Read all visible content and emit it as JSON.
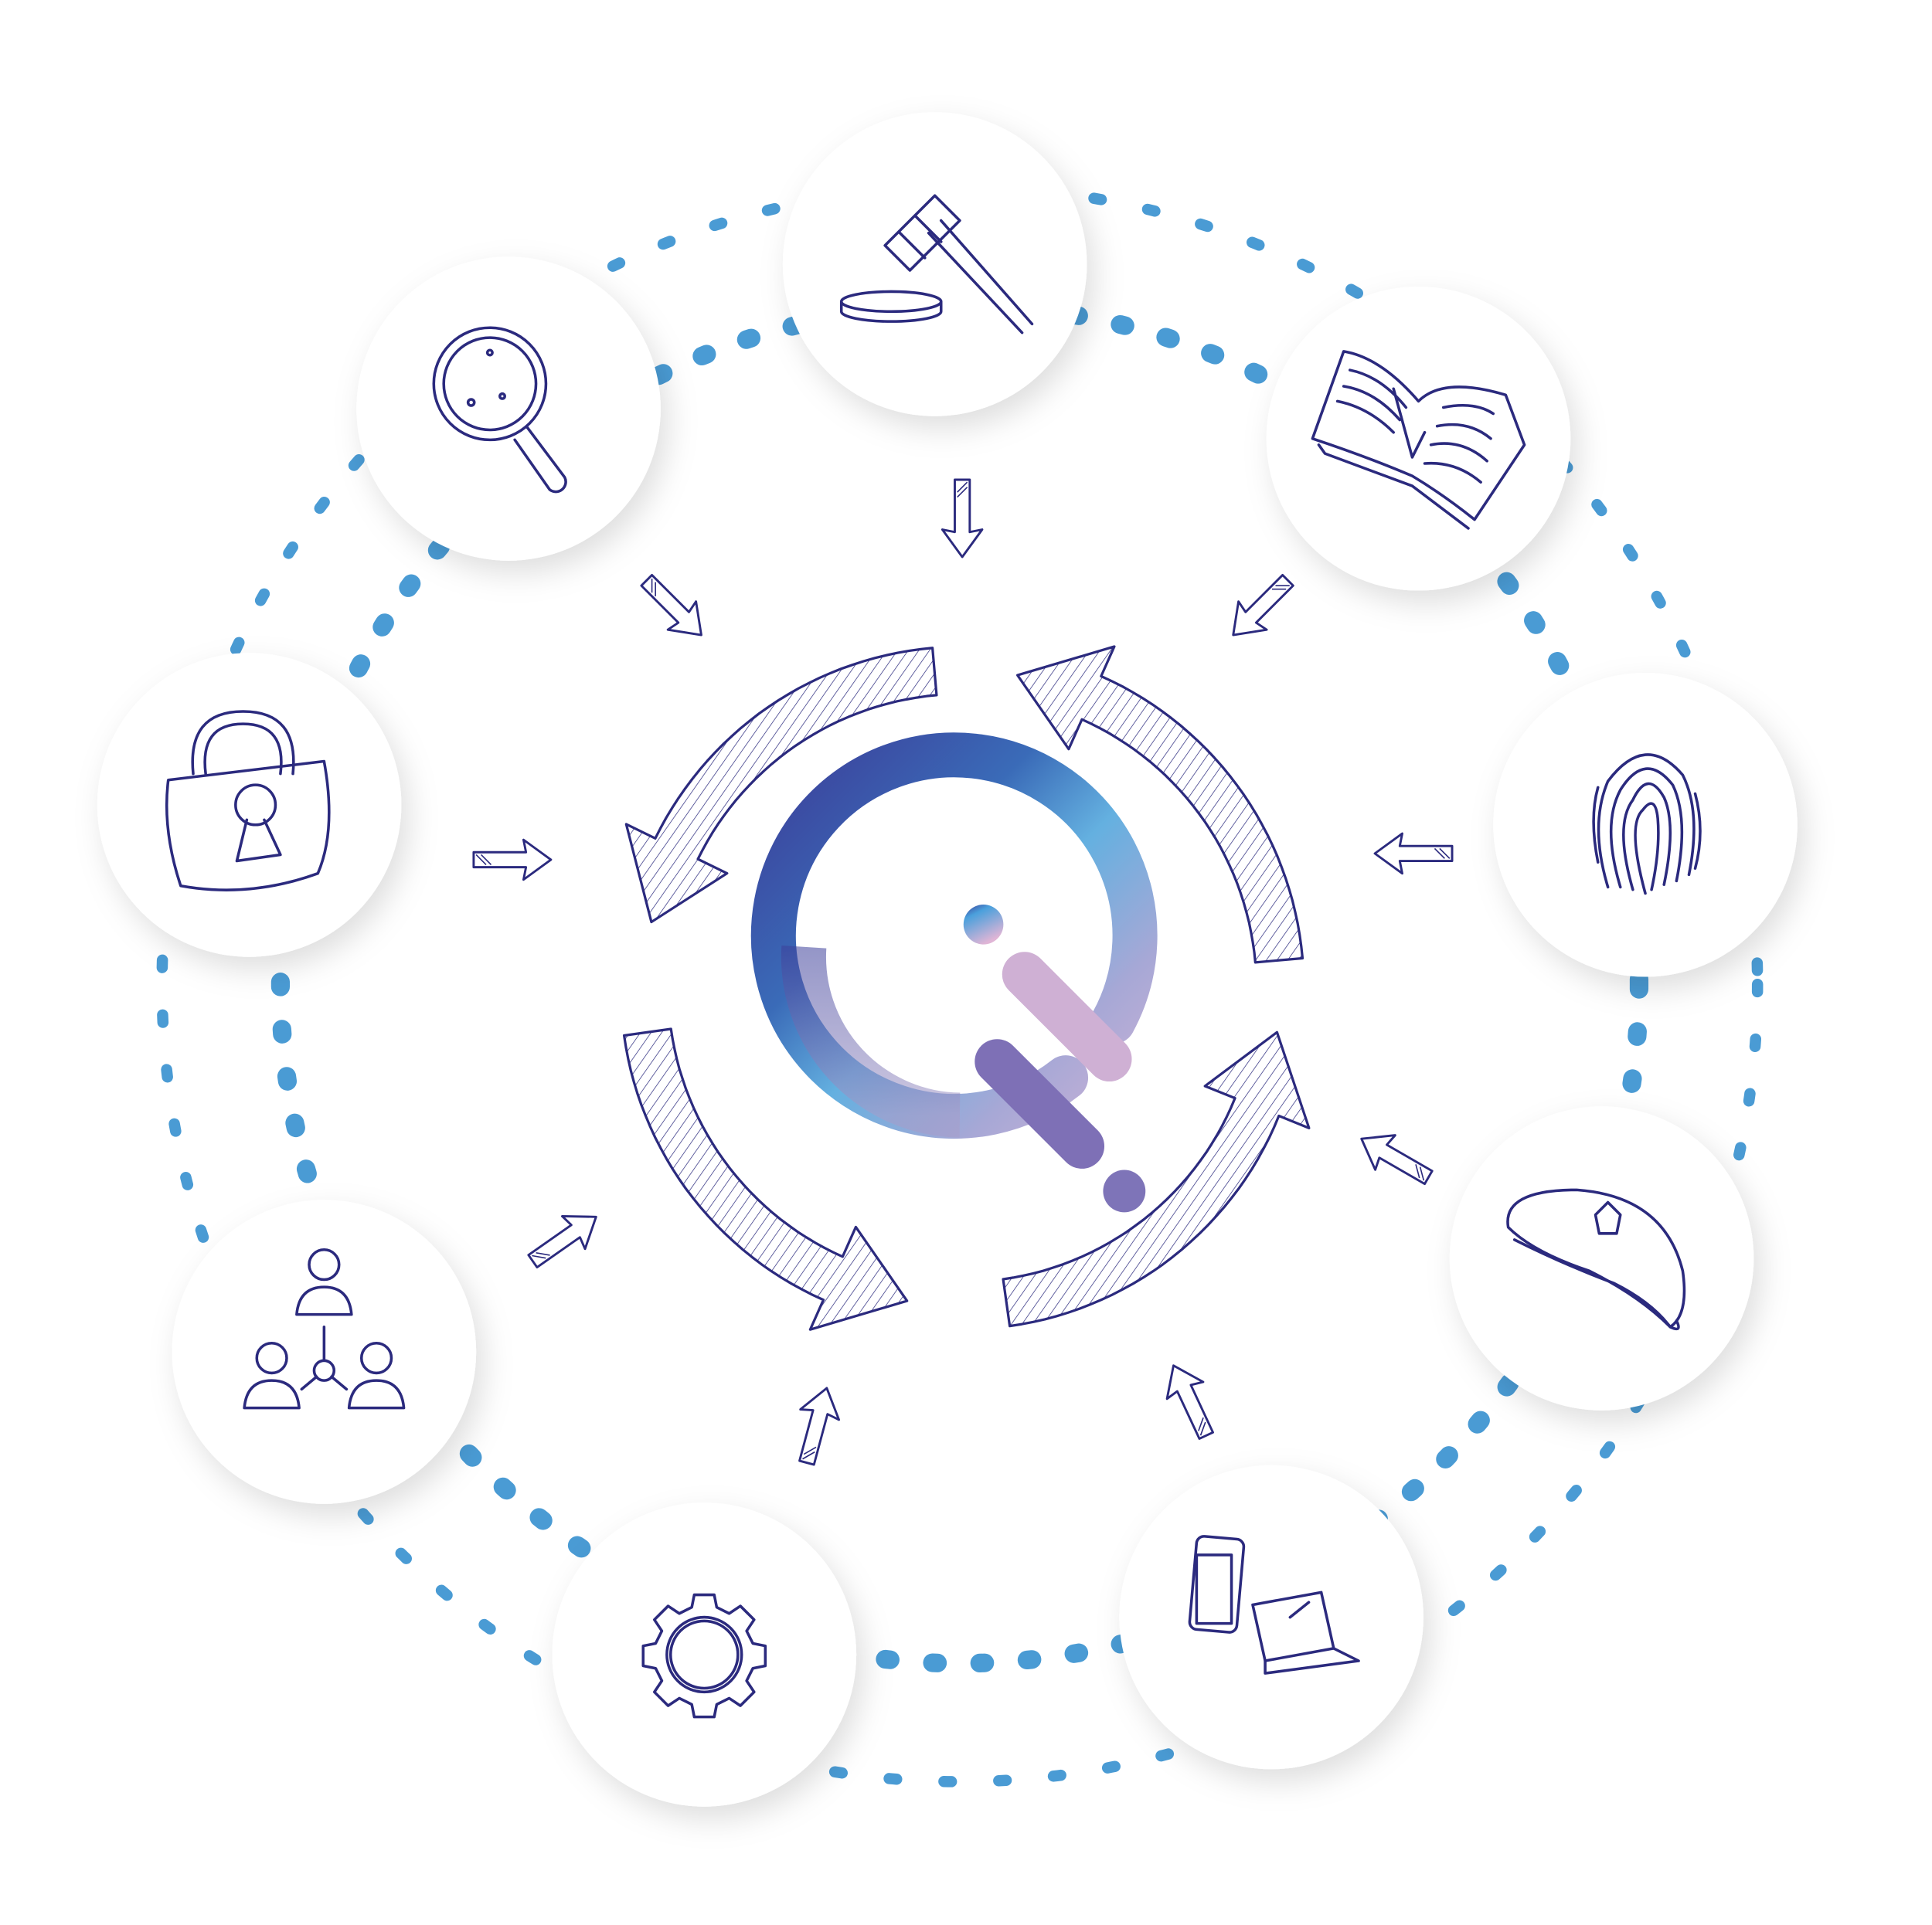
{
  "colors": {
    "ink": "#2b2a7e",
    "dots": "#4a9bd4",
    "logo_top_left": "#3c4aa0",
    "logo_top_right": "#5fb0e0",
    "logo_bottom": "#9d93c6",
    "logo_pink": "#cfb0d4",
    "logo_tail": "#7a6db2",
    "circle_fill": "#ffffff"
  },
  "center_logo": {
    "icon": "q-logo-icon"
  },
  "cycle_arrows": [
    "curved-arrow-top-left",
    "curved-arrow-top-right",
    "curved-arrow-bottom-right",
    "curved-arrow-bottom-left"
  ],
  "nodes": [
    {
      "icon": "gavel-icon"
    },
    {
      "icon": "magnifier-icon"
    },
    {
      "icon": "open-book-icon"
    },
    {
      "icon": "padlock-icon"
    },
    {
      "icon": "fingerprint-icon"
    },
    {
      "icon": "beret-icon"
    },
    {
      "icon": "people-network-icon"
    },
    {
      "icon": "devices-icon"
    },
    {
      "icon": "gear-icon"
    }
  ]
}
